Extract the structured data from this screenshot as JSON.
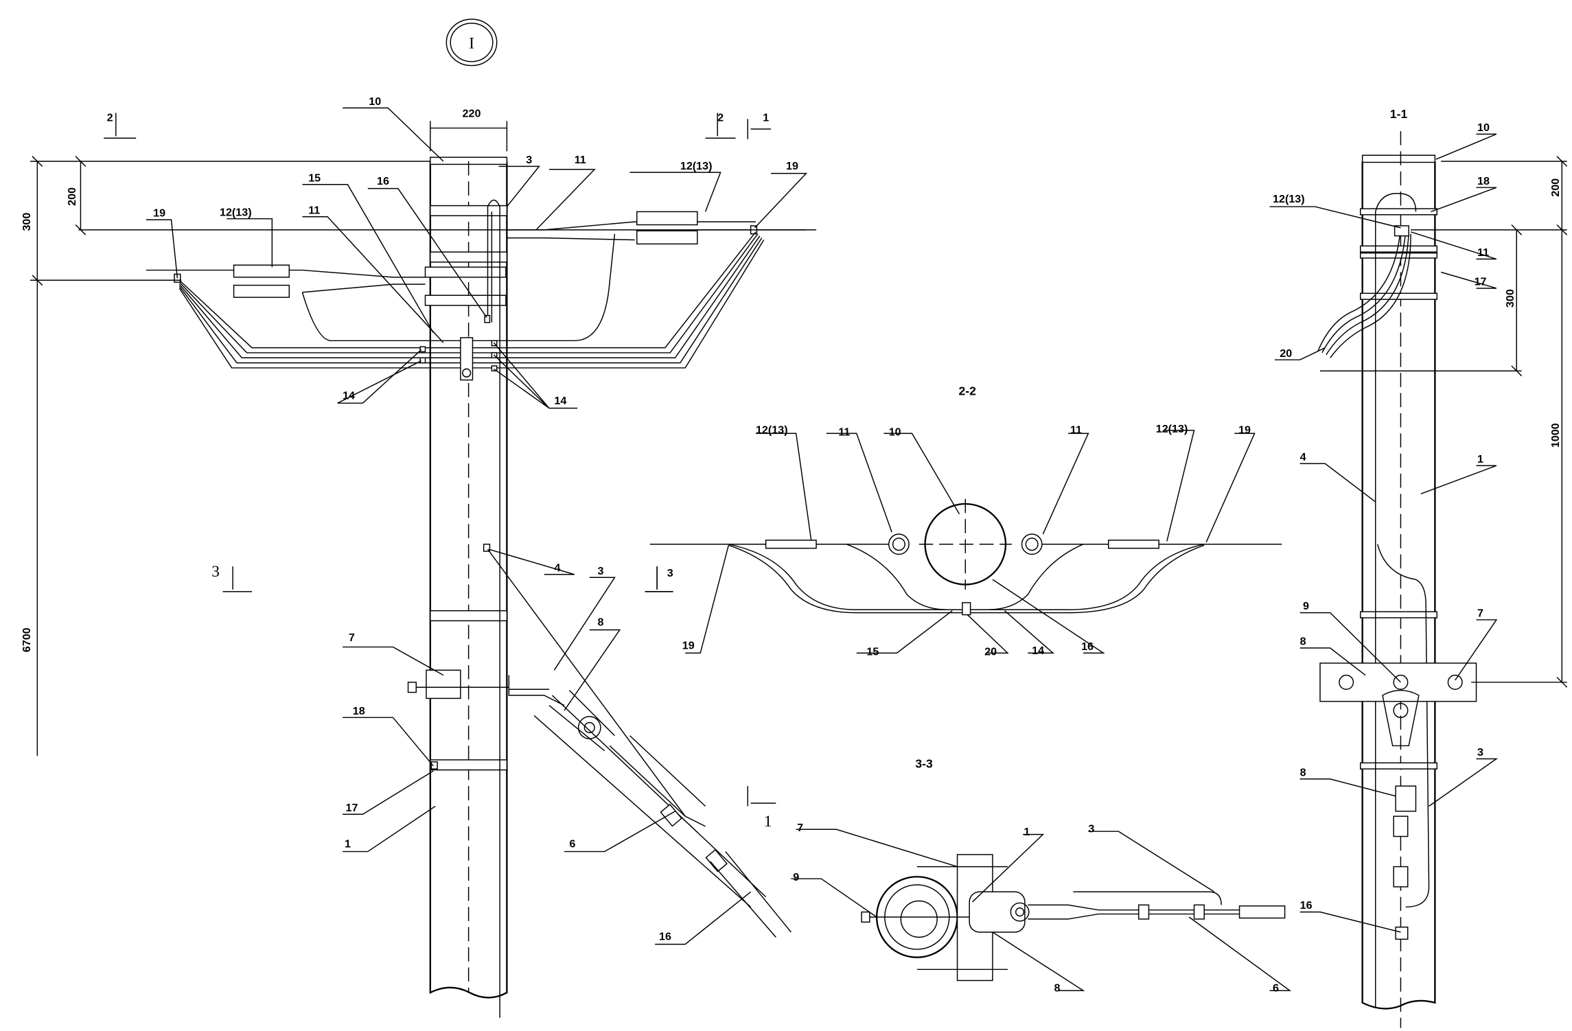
{
  "drawing": {
    "detail_marker": "I",
    "main_view": {
      "dimensions": {
        "pole_width": "220",
        "top_offset": "200",
        "arm_spacing": "300",
        "total_height": "6700"
      },
      "section_marks": {
        "s2_left": "2",
        "s2_right": "2",
        "s1_top": "1",
        "s1_bottom": "1",
        "s3": "3"
      },
      "callouts": [
        "10",
        "3",
        "11",
        "12(13)",
        "19",
        "15",
        "16",
        "19",
        "12(13)",
        "11",
        "14",
        "14",
        "4",
        "3",
        "8",
        "7",
        "18",
        "17",
        "1",
        "6",
        "16"
      ]
    },
    "section_2_2": {
      "title": "2-2",
      "section_mark": "3",
      "callouts": [
        "12(13)",
        "11",
        "10",
        "11",
        "12(13)",
        "19",
        "19",
        "15",
        "20",
        "14",
        "16"
      ]
    },
    "section_3_3": {
      "title": "3-3",
      "callouts": [
        "7",
        "1",
        "3",
        "9",
        "8",
        "6"
      ]
    },
    "section_1_1": {
      "title": "1-1",
      "dimensions": {
        "top_offset": "200",
        "arm_spacing": "300",
        "bracket_height": "1000"
      },
      "callouts": [
        "10",
        "18",
        "12(13)",
        "11",
        "17",
        "20",
        "4",
        "1",
        "9",
        "7",
        "8",
        "8",
        "3",
        "16"
      ]
    }
  }
}
